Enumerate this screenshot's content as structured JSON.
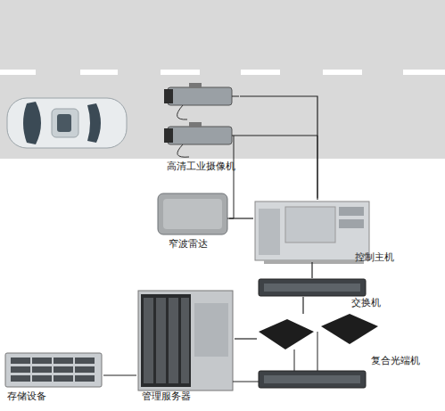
{
  "diagram": {
    "nodes": [
      {
        "text": [
          "高清工业摄像机"
        ]
      },
      {
        "text": [
          "窄波雷达"
        ]
      },
      {
        "text": [
          "控制主机"
        ]
      },
      {
        "text": [
          "交换机"
        ]
      },
      {
        "text": [
          "复合光端机"
        ]
      },
      {
        "text": [
          "管理服务器"
        ]
      },
      {
        "text": [
          "存储设备"
        ]
      }
    ],
    "edges": [
      {
        "from": 0,
        "to": 2,
        "arrow": "none"
      },
      {
        "from": 1,
        "to": 2,
        "arrow": "none"
      },
      {
        "from": 2,
        "to": 3,
        "arrow": "none"
      },
      {
        "from": 3,
        "to": 4,
        "arrow": "none"
      },
      {
        "from": 4,
        "to": 5,
        "arrow": "none"
      },
      {
        "from": 5,
        "to": 6,
        "arrow": "none"
      }
    ]
  }
}
